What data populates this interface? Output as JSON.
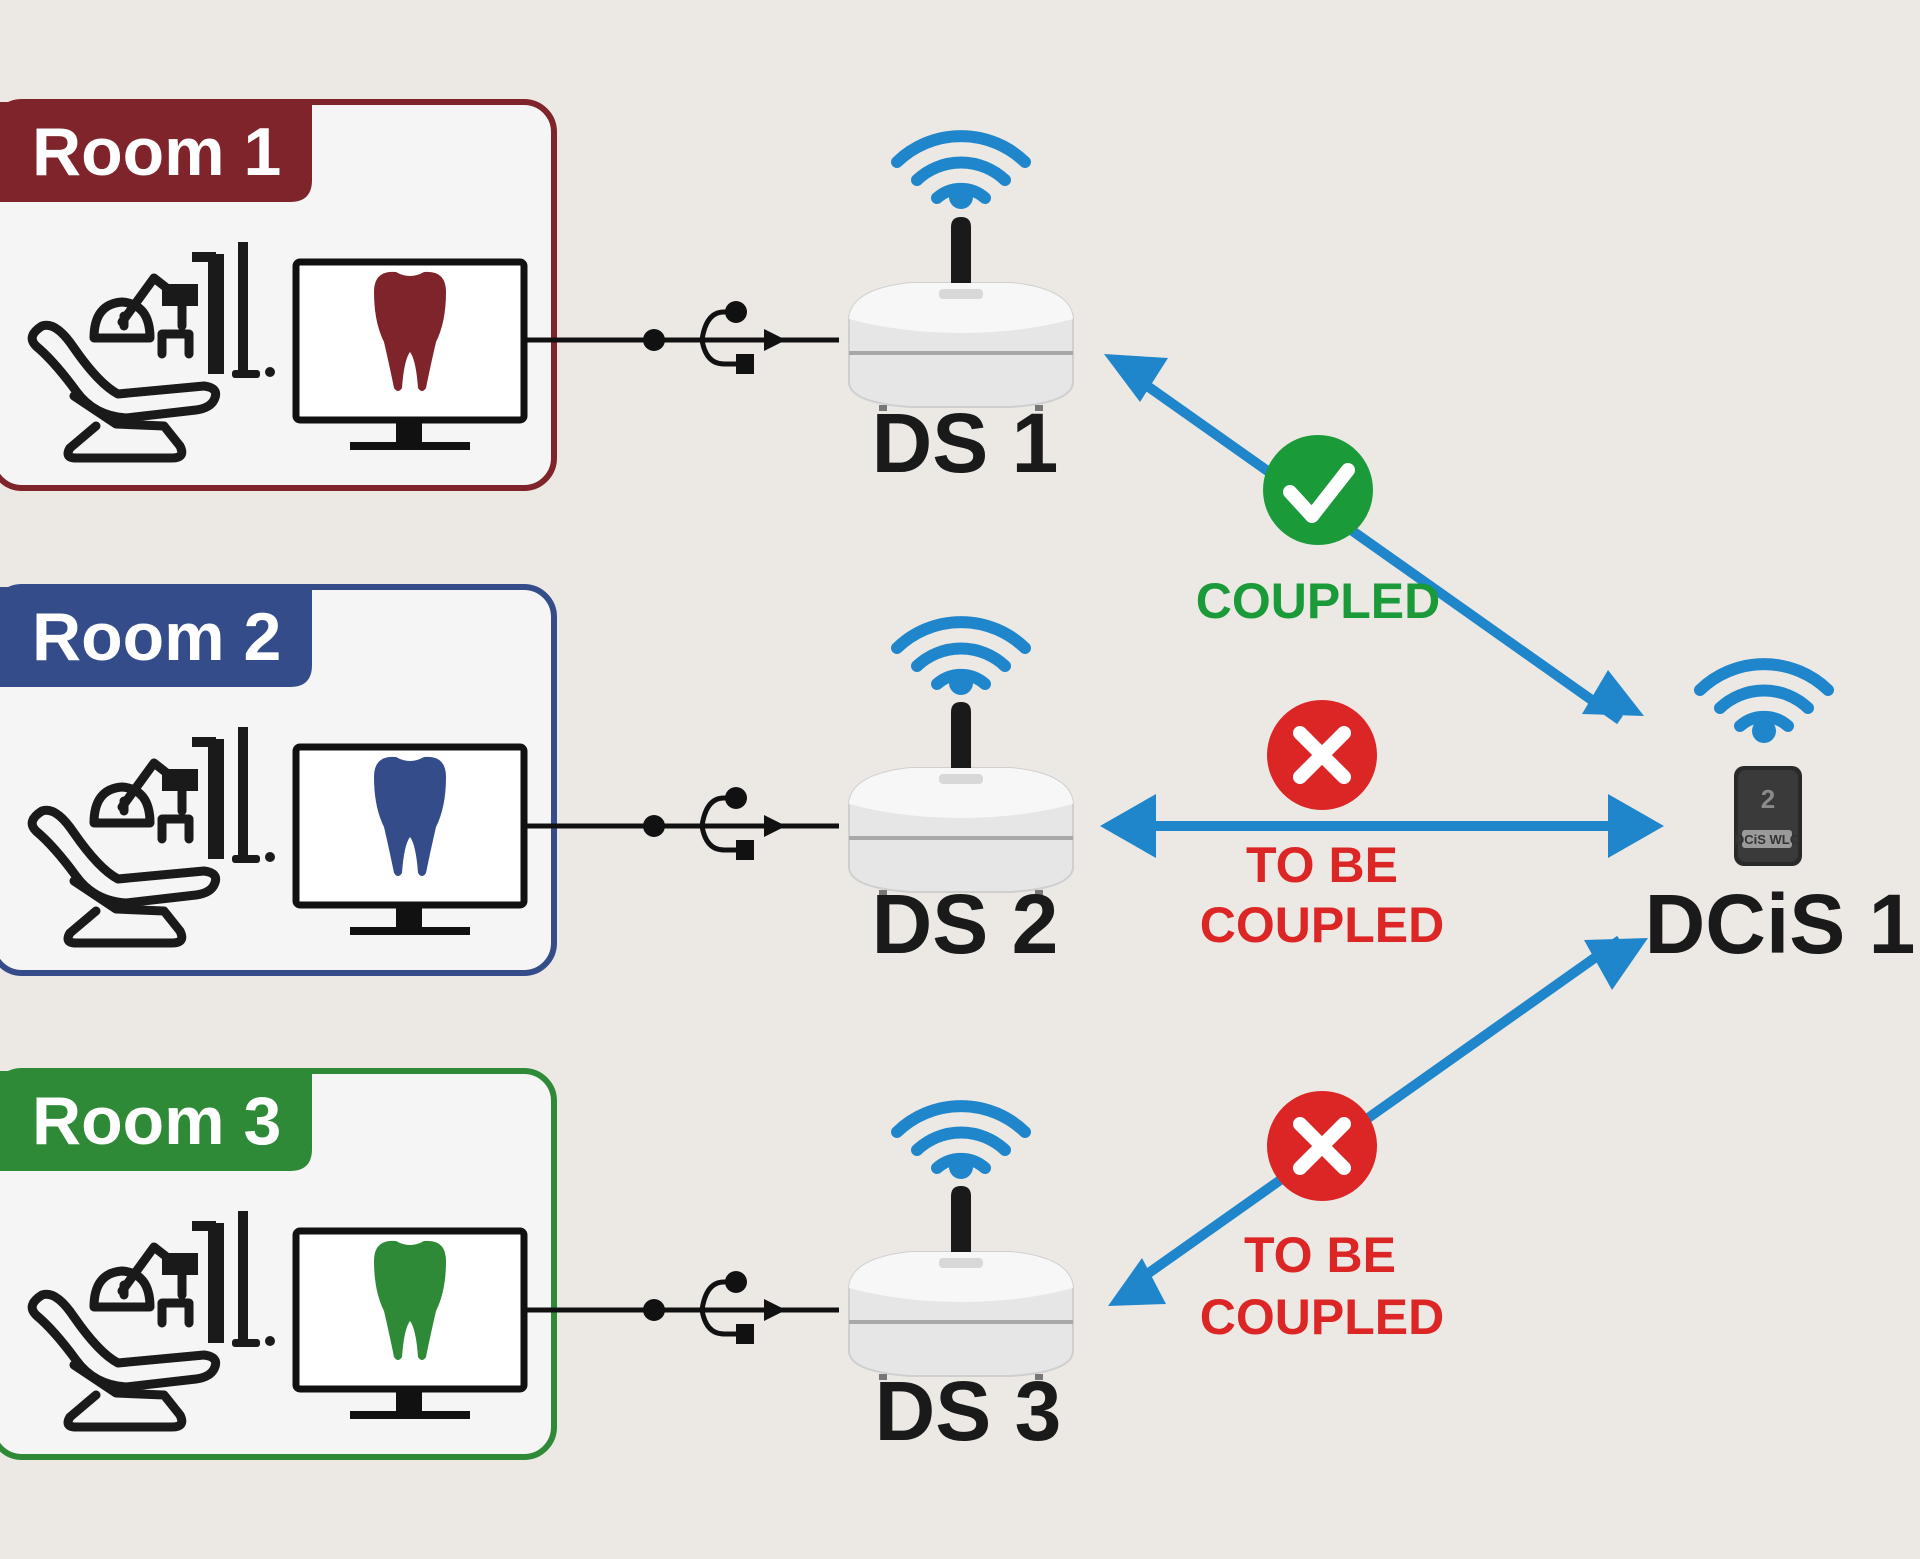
{
  "colors": {
    "background": "#ece9e4",
    "room1": "#7e242a",
    "room2": "#344d8a",
    "room3": "#2f8a37",
    "link_arrow": "#1f86cc",
    "coupled": "#1b9a3a",
    "not_coupled": "#dc2626",
    "wifi": "#1f86cc"
  },
  "rooms": [
    {
      "label": "Room 1",
      "color": "#7e242a",
      "tooth_color": "#7e242a"
    },
    {
      "label": "Room 2",
      "color": "#344d8a",
      "tooth_color": "#344d8a"
    },
    {
      "label": "Room 3",
      "color": "#2f8a37",
      "tooth_color": "#2f8a37"
    }
  ],
  "base_stations": [
    {
      "label": "DS 1"
    },
    {
      "label": "DS 2"
    },
    {
      "label": "DS 3"
    }
  ],
  "sensor": {
    "label": "DCiS 1",
    "logo_text": "DCiS WLC"
  },
  "links": [
    {
      "from": "DS 1",
      "to": "DCiS 1",
      "status_icon": "check-icon",
      "status_lines": [
        "COUPLED"
      ],
      "color": "#1b9a3a"
    },
    {
      "from": "DS 2",
      "to": "DCiS 1",
      "status_icon": "x-icon",
      "status_lines": [
        "TO BE",
        "COUPLED"
      ],
      "color": "#dc2626"
    },
    {
      "from": "DS 3",
      "to": "DCiS 1",
      "status_icon": "x-icon",
      "status_lines": [
        "TO BE",
        "COUPLED"
      ],
      "color": "#dc2626"
    }
  ],
  "connection_icon": "usb-icon"
}
